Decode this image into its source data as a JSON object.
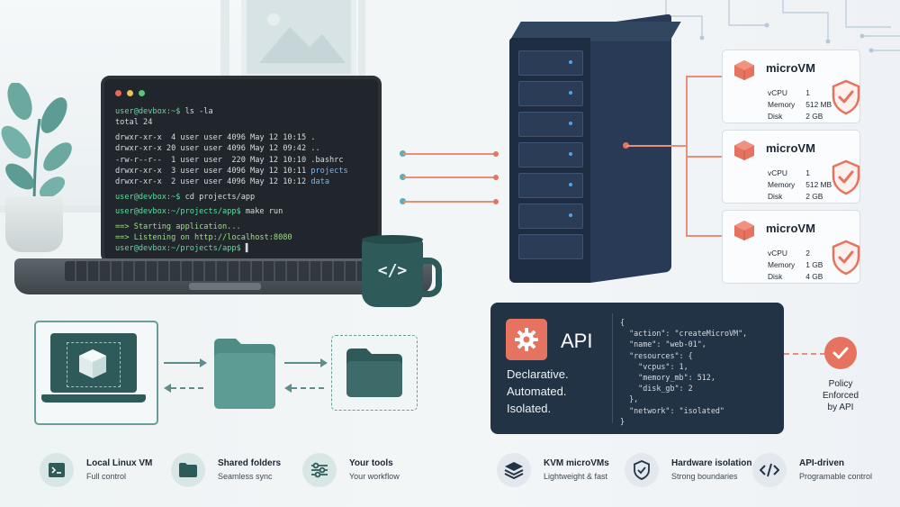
{
  "terminal": {
    "lines": [
      {
        "prompt": "user@devbox:~$",
        "text": " ls -la"
      },
      {
        "text": "total 24"
      },
      {
        "text": "drwxr-xr-x  4 user user 4096 May 12 10:15 ."
      },
      {
        "text": "drwxr-xr-x 20 user user 4096 May 12 09:42 .."
      },
      {
        "text": "-rw-r--r--  1 user user  220 May 12 10:10 .bashrc"
      },
      {
        "text": "drwxr-xr-x  3 user user 4096 May 12 10:11 ",
        "dir": "projects"
      },
      {
        "text": "drwxr-xr-x  2 user user 4096 May 12 10:12 ",
        "dir": "data"
      },
      {
        "prompt": "user@devbox:~$",
        "text": " cd projects/app"
      },
      {
        "prompt": "user@devbox:~/projects/app$",
        "text": " make run"
      },
      {
        "out": "==> Starting application..."
      },
      {
        "out": "==> Listening on http://localhost:8080"
      },
      {
        "prompt": "user@devbox:~/projects/app$",
        "text": " ▌"
      }
    ]
  },
  "mug": {
    "icon": "</>"
  },
  "microvms": [
    {
      "title": "microVM",
      "vcpu_label": "vCPU",
      "vcpu": "1",
      "memory_label": "Memory",
      "memory": "512 MB",
      "disk_label": "Disk",
      "disk": "2 GB"
    },
    {
      "title": "microVM",
      "vcpu_label": "vCPU",
      "vcpu": "1",
      "memory_label": "Memory",
      "memory": "512 MB",
      "disk_label": "Disk",
      "disk": "2 GB"
    },
    {
      "title": "microVM",
      "vcpu_label": "vCPU",
      "vcpu": "2",
      "memory_label": "Memory",
      "memory": "1 GB",
      "disk_label": "Disk",
      "disk": "4 GB"
    }
  ],
  "api": {
    "title": "API",
    "description": "Declarative.\nAutomated.\nIsolated.",
    "json_lines": [
      "{",
      "  \"action\": \"createMicroVM\",",
      "  \"name\": \"web-01\",",
      "  \"resources\": {",
      "    \"vcpus\": 1,",
      "    \"memory_mb\": 512,",
      "    \"disk_gb\": 2",
      "  },",
      "  \"network\": \"isolated\"",
      "}"
    ]
  },
  "policy": {
    "label": "Policy\nEnforced\nby API"
  },
  "features_left": [
    {
      "icon": "terminal-icon",
      "title": "Local Linux VM",
      "sub": "Full control"
    },
    {
      "icon": "folder-icon",
      "title": "Shared folders",
      "sub": "Seamless sync"
    },
    {
      "icon": "sliders-icon",
      "title": "Your tools",
      "sub": "Your workflow"
    }
  ],
  "features_right": [
    {
      "icon": "layers-icon",
      "title": "KVM microVMs",
      "sub": "Lightweight & fast"
    },
    {
      "icon": "shield-check-icon",
      "title": "Hardware isolation",
      "sub": "Strong boundaries"
    },
    {
      "icon": "code-icon",
      "title": "API-driven",
      "sub": "Programable control"
    }
  ],
  "colors": {
    "accent": "#e5735f",
    "teal": "#2f5a5a",
    "navy": "#223345",
    "server": "#1f2d42"
  }
}
